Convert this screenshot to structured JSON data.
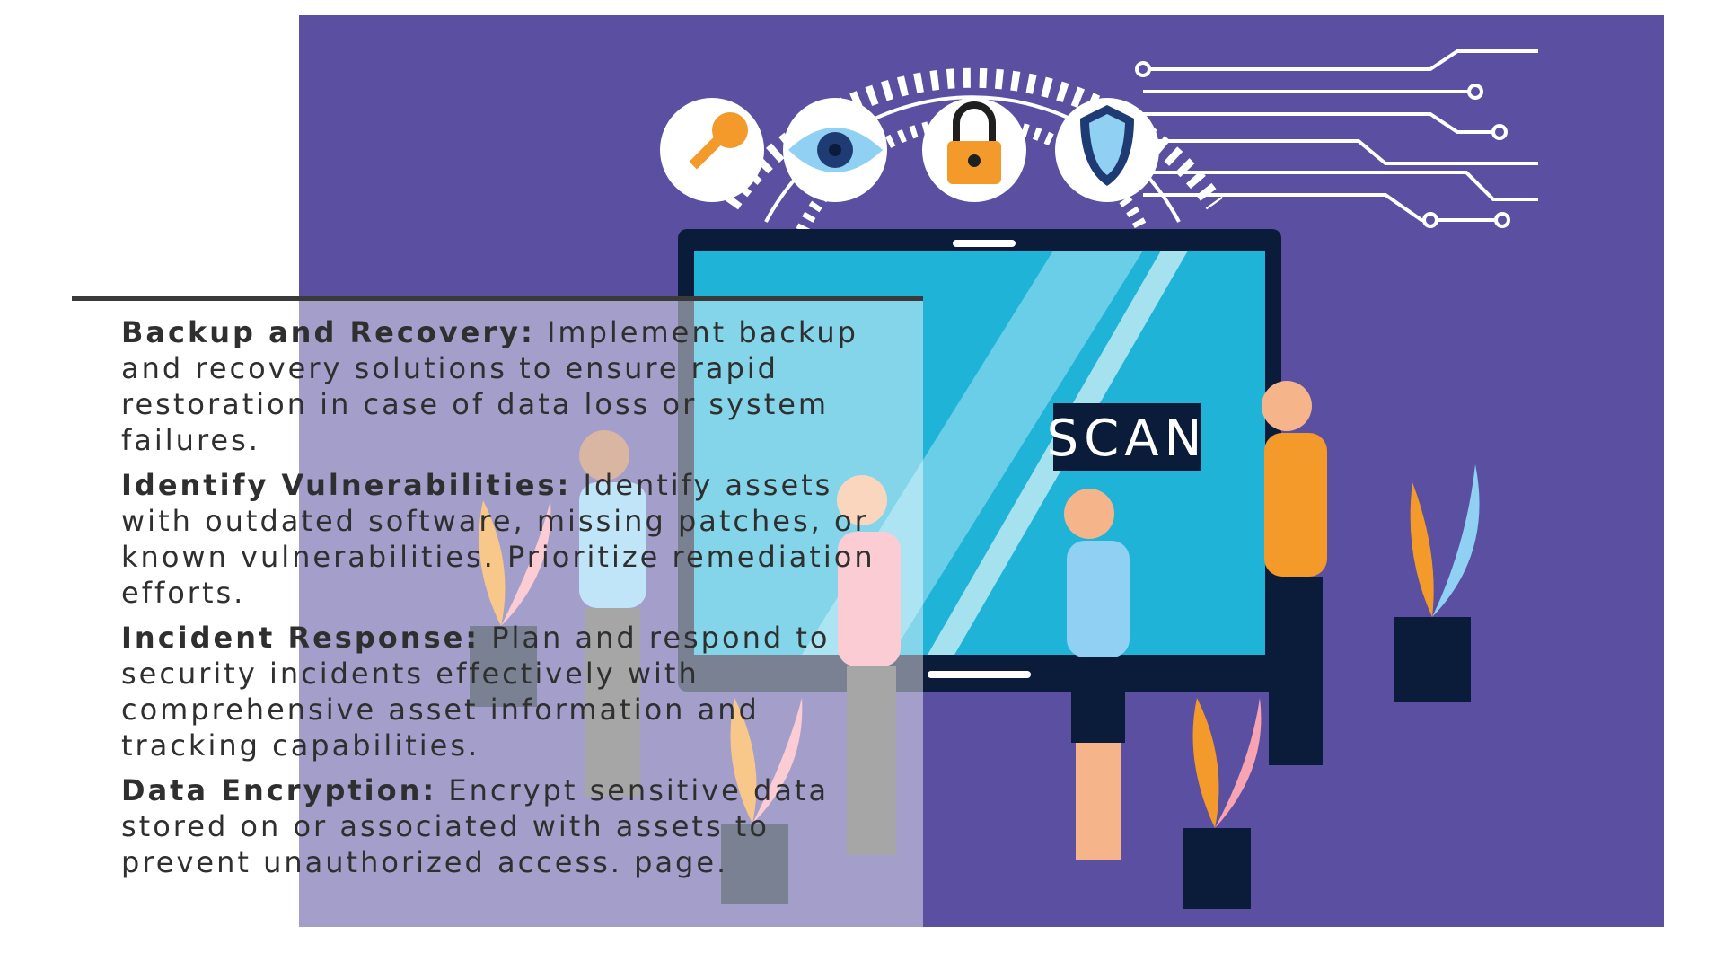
{
  "illustration": {
    "screen_label": "SCAN",
    "colors": {
      "background": "#5a4fa1",
      "screen": "#1fb3d8",
      "key": "#f39a2b",
      "shield": "#1f3b73",
      "lock": "#f39a2b"
    },
    "icons": [
      "key-icon",
      "eye-icon",
      "lock-icon",
      "shield-icon"
    ]
  },
  "content": {
    "items": [
      {
        "term": "Backup and Recovery:",
        "text": " Implement backup and recovery solutions to ensure rapid restoration in case of data loss or system failures."
      },
      {
        "term": "Identify Vulnerabilities:",
        "text": " Identify assets with outdated software, missing patches, or known vulnerabilities. Prioritize remediation efforts."
      },
      {
        "term": "Incident Response:",
        "text": " Plan and respond to security incidents effectively with comprehensive asset information and tracking capabilities."
      },
      {
        "term": "Data Encryption:",
        "text": " Encrypt sensitive data stored on or associated with assets to prevent unauthorized access. page."
      }
    ]
  }
}
